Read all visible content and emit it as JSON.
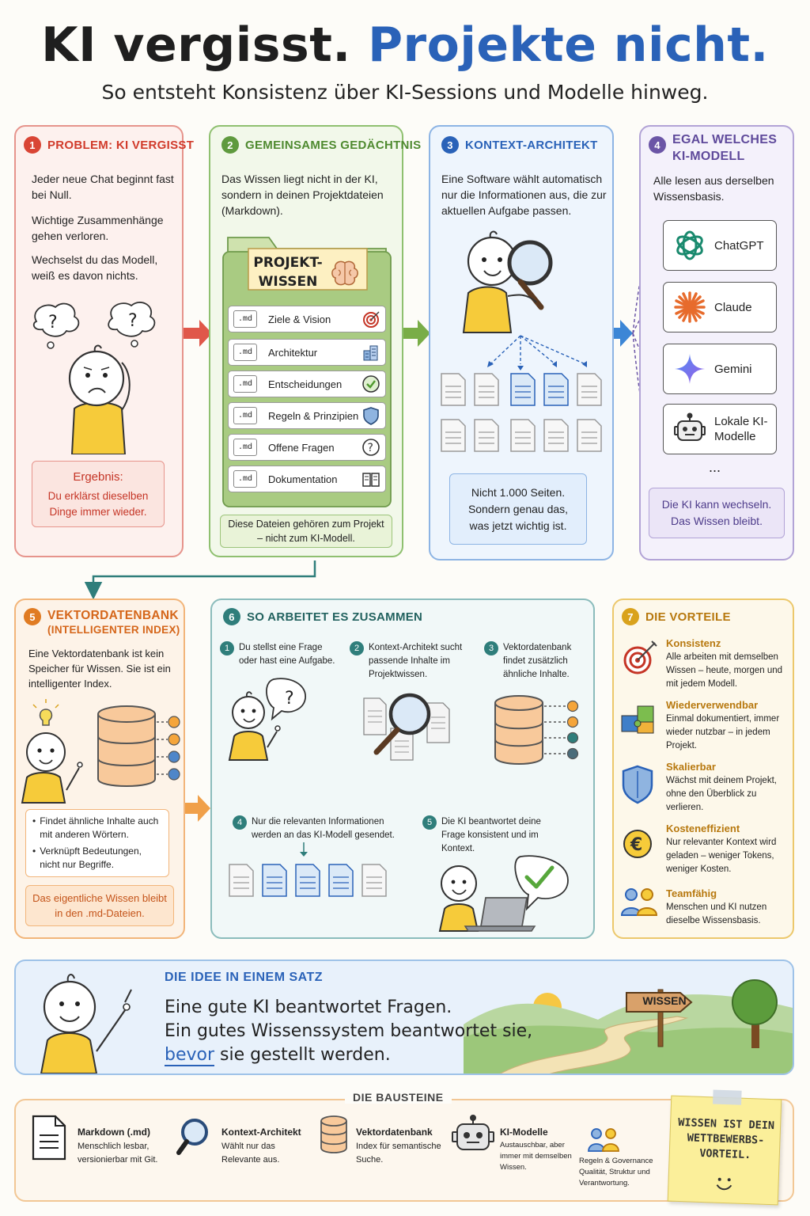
{
  "title_a": "KI vergisst.",
  "title_b": "Projekte nicht.",
  "subtitle": "So entsteht Konsistenz über KI-Sessions und Modelle hinweg.",
  "colors": {
    "red": "#d94535",
    "green": "#5f9a3e",
    "blue": "#2a62b8",
    "purple": "#6b55a6",
    "orange": "#e07b22",
    "teal": "#2f7e7b",
    "gold": "#d9a21c"
  },
  "c1": {
    "num": "1",
    "title": "Problem: KI vergisst",
    "p1": "Jeder neue Chat beginnt fast bei Null.",
    "p2": "Wichtige Zusammenhänge gehen verloren.",
    "p3": "Wechselst du das Modell, weiß es davon nichts.",
    "result_title": "Ergebnis:",
    "result_text": "Du erklärst dieselben Dinge immer wieder."
  },
  "c2": {
    "num": "2",
    "title": "Gemeinsames Gedächtnis",
    "text": "Das Wissen liegt nicht in der KI, sondern in deinen Projektdateien (Markdown).",
    "folder_label": "Projekt-Wissen",
    "md": ".md",
    "files": [
      "Ziele & Vision",
      "Architektur",
      "Entscheidungen",
      "Regeln & Prinzipien",
      "Offene Fragen",
      "Dokumentation"
    ],
    "footer": "Diese Dateien gehören zum Projekt – nicht zum KI-Modell."
  },
  "c3": {
    "num": "3",
    "title": "Kontext-Architekt",
    "text": "Eine Software wählt automatisch nur die Informationen aus, die zur aktuellen Aufgabe passen.",
    "box": "Nicht 1.000 Seiten. Sondern genau das, was jetzt wichtig ist."
  },
  "c4": {
    "num": "4",
    "title": "Egal welches KI-Modell",
    "text": "Alle lesen aus derselben Wissensbasis.",
    "models": [
      "ChatGPT",
      "Claude",
      "Gemini",
      "Lokale KI-Modelle"
    ],
    "dots": "...",
    "box": "Die KI kann wechseln. Das Wissen bleibt."
  },
  "c5": {
    "num": "5",
    "title": "Vektordatenbank",
    "title2": "(intelligenter Index)",
    "text": "Eine Vektordatenbank ist kein Speicher für Wissen. Sie ist ein intelligenter Index.",
    "bullets": [
      "Findet ähnliche Inhalte auch mit anderen Wörtern.",
      "Verknüpft Bedeutungen, nicht nur Begriffe."
    ],
    "box": "Das eigentliche Wissen bleibt in den .md-Dateien."
  },
  "c6": {
    "num": "6",
    "title": "So arbeitet es zusammen",
    "steps": [
      {
        "n": "1",
        "t": "Du stellst eine Frage oder hast eine Aufgabe."
      },
      {
        "n": "2",
        "t": "Kontext-Architekt sucht passende Inhalte im Projektwissen."
      },
      {
        "n": "3",
        "t": "Vektordatenbank findet zusätzlich ähnliche Inhalte."
      },
      {
        "n": "4",
        "t": "Nur die relevanten Informationen werden an das KI-Modell gesendet."
      },
      {
        "n": "5",
        "t": "Die KI beantwortet deine Frage konsistent und im Kontext."
      }
    ]
  },
  "c7": {
    "num": "7",
    "title": "Die Vorteile",
    "items": [
      {
        "h": "Konsistenz",
        "t": "Alle arbeiten mit demselben Wissen – heute, morgen und mit jedem Modell."
      },
      {
        "h": "Wiederverwendbar",
        "t": "Einmal dokumentiert, immer wieder nutzbar – in jedem Projekt."
      },
      {
        "h": "Skalierbar",
        "t": "Wächst mit deinem Projekt, ohne den Überblick zu verlieren."
      },
      {
        "h": "Kosteneffizient",
        "t": "Nur relevanter Kontext wird geladen – weniger Tokens, weniger Kosten."
      },
      {
        "h": "Teamfähig",
        "t": "Menschen und KI nutzen dieselbe Wissensbasis."
      }
    ]
  },
  "idea": {
    "title": "Die Idee in einem Satz",
    "l1": "Eine gute KI beantwortet Fragen.",
    "l2": "Ein gutes Wissenssystem beantwortet sie,",
    "l3a": "bevor",
    "l3b": "sie gestellt werden.",
    "sign": "WISSEN"
  },
  "bausteine": {
    "title": "Die Bausteine",
    "items": [
      {
        "h": "Markdown (.md)",
        "t": "Menschlich lesbar, versionierbar mit Git."
      },
      {
        "h": "Kontext-Architekt",
        "t": "Wählt nur das Relevante aus."
      },
      {
        "h": "Vektordatenbank",
        "t": "Index für semantische Suche."
      },
      {
        "h": "KI-Modelle",
        "t": "Austauschbar, aber immer mit demselben Wissen."
      },
      {
        "h": "Regeln & Governance",
        "t": "Qualität, Struktur und Verantwortung."
      }
    ],
    "note": "WISSEN IST DEIN WETTBEWERBS-VORTEIL."
  }
}
